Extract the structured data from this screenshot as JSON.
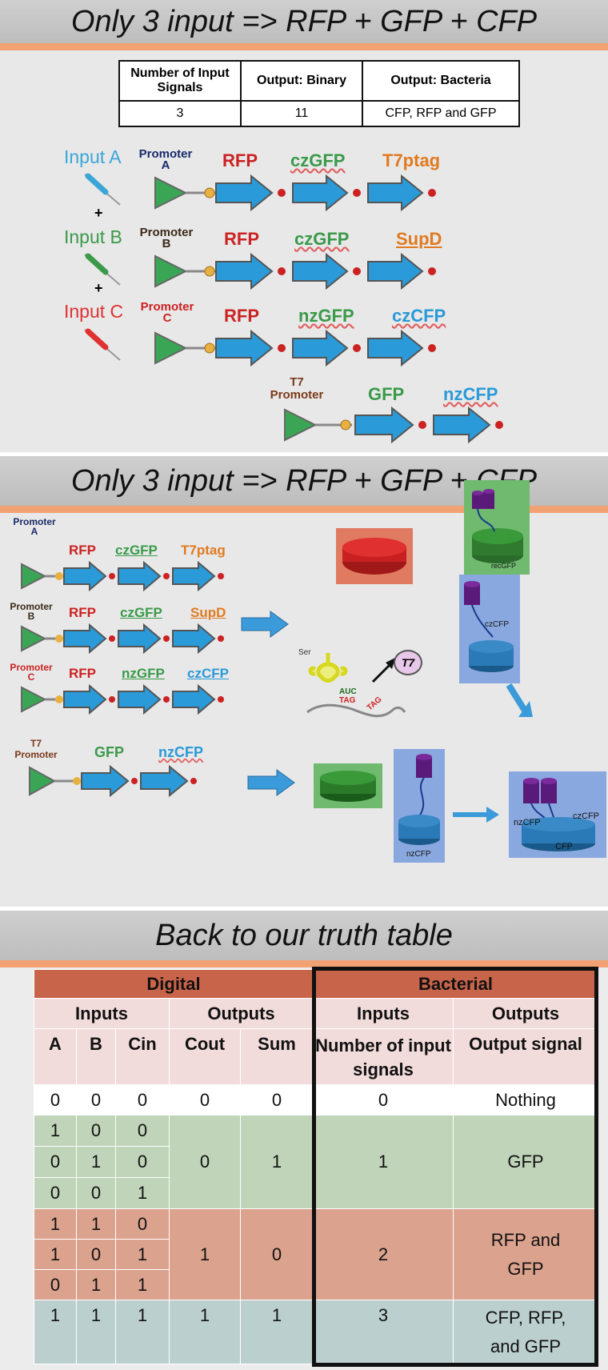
{
  "slide1": {
    "title": "Only 3 input => RFP + GFP + CFP",
    "table": {
      "headers": [
        "Number of Input Signals",
        "Output: Binary",
        "Output: Bacteria"
      ],
      "row": [
        "3",
        "11",
        "CFP, RFP and GFP"
      ]
    },
    "inputs": [
      {
        "label": "Input A",
        "color": "#3aa6d8",
        "promoter": [
          "Promoter",
          "A"
        ],
        "genes": [
          "RFP",
          "czGFP",
          "T7ptag"
        ]
      },
      {
        "label": "Input B",
        "color": "#3a9a4a",
        "promoter": [
          "Promoter",
          "B"
        ],
        "genes": [
          "RFP",
          "czGFP",
          "SupD"
        ]
      },
      {
        "label": "Input C",
        "color": "#e03030",
        "promoter": [
          "Promoter",
          "C"
        ],
        "genes": [
          "RFP",
          "nzGFP",
          "czCFP"
        ]
      }
    ],
    "plus": "+",
    "t7": {
      "promoter": [
        "T7",
        "Promoter"
      ],
      "genes": [
        "GFP",
        "nzCFP"
      ]
    }
  },
  "slide2": {
    "title": "Only 3 input => RFP + GFP + CFP",
    "circuits": [
      {
        "promoter": [
          "Promoter",
          "A"
        ],
        "genes": [
          "RFP",
          "czGFP",
          "T7ptag"
        ]
      },
      {
        "promoter": [
          "Promoter",
          "B"
        ],
        "genes": [
          "RFP",
          "czGFP",
          "SupD"
        ]
      },
      {
        "promoter": [
          "Promoter",
          "C"
        ],
        "genes": [
          "RFP",
          "nzGFP",
          "czCFP"
        ]
      }
    ],
    "t7": {
      "promoter": [
        "T7",
        "Promoter"
      ],
      "genes": [
        "GFP",
        "nzCFP"
      ]
    },
    "trna": {
      "ser": "Ser",
      "auc": "AUC",
      "tag": "TAG",
      "tag2": "TAG",
      "t7": "T7"
    },
    "protein_labels": {
      "recgfp": "recGFP",
      "czcfp": "czCFP",
      "nzcfp": "nzCFP",
      "nzcfp2": "nzCFP",
      "czcfp2": "czCFP",
      "cfp": "CFP"
    }
  },
  "slide3": {
    "title": "Back to our truth table",
    "digital": "Digital",
    "bacterial": "Bacterial",
    "inputs": "Inputs",
    "outputs": "Outputs",
    "inputs2": "Inputs",
    "outputs2": "Outputs",
    "cols": [
      "A",
      "B",
      "Cin",
      "Cout",
      "Sum"
    ],
    "num_signals": "Number of input signals",
    "output_signal": "Output signal",
    "rows": [
      [
        "0",
        "0",
        "0"
      ],
      [
        "1",
        "0",
        "0"
      ],
      [
        "0",
        "1",
        "0"
      ],
      [
        "0",
        "0",
        "1"
      ],
      [
        "1",
        "1",
        "0"
      ],
      [
        "1",
        "0",
        "1"
      ],
      [
        "0",
        "1",
        "1"
      ],
      [
        "1",
        "1",
        "1"
      ]
    ],
    "groups": [
      {
        "cout": "0",
        "sum": "0",
        "n": "0",
        "signal": "Nothing"
      },
      {
        "cout": "0",
        "sum": "1",
        "n": "1",
        "signal": "GFP"
      },
      {
        "cout": "1",
        "sum": "0",
        "n": "2",
        "signal": "RFP and GFP"
      },
      {
        "cout": "1",
        "sum": "1",
        "n": "3",
        "signal": "CFP, RFP, and GFP"
      }
    ]
  },
  "colors": {
    "orange_bar": "#f2a272",
    "arrow_blue": "#3b9ad9",
    "promoter_green": "#3aa655",
    "gene_red": "#cc2222",
    "gene_green": "#3a9a4a",
    "gene_orange": "#e07a20",
    "gene_blue": "#2a9ad8"
  }
}
